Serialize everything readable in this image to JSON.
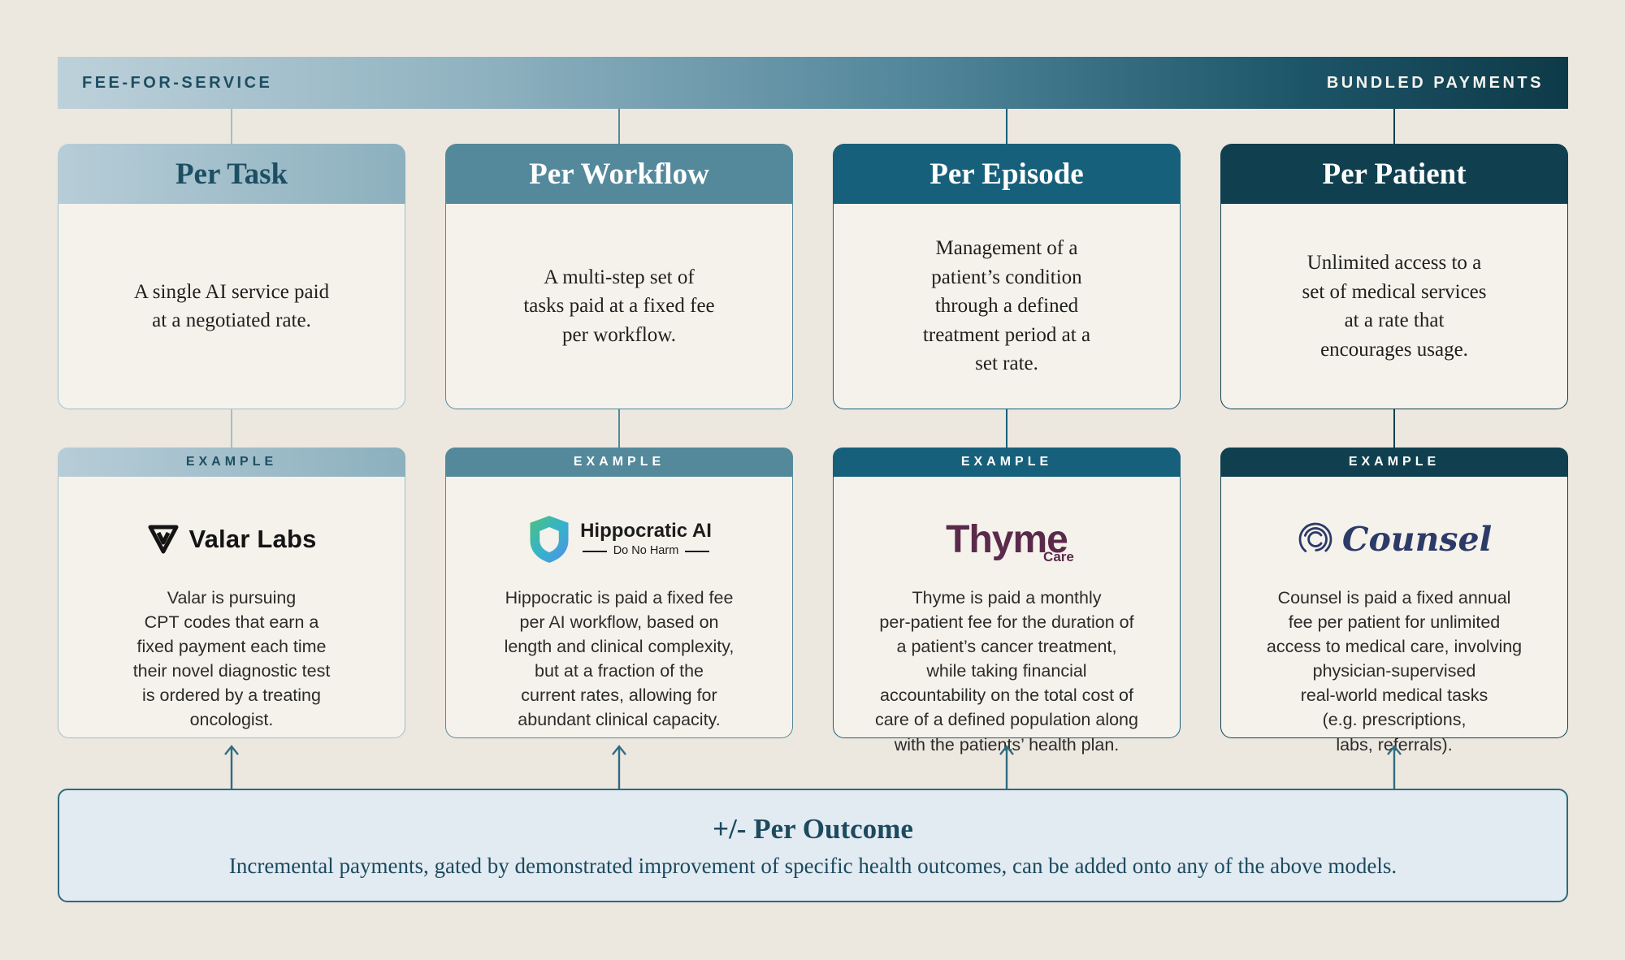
{
  "theme": {
    "background": "#ece7df",
    "card_background": "#f5f2ec",
    "spectrum_gradient_start": "#bdd1da",
    "spectrum_gradient_end": "#0e3a48",
    "arrow_color": "#2f6d80",
    "outcome_background": "#e2ebf2",
    "outcome_border": "#2c6a7e",
    "outcome_text_color": "#1c4a5e"
  },
  "spectrum_bar": {
    "left_label": "FEE-FOR-SERVICE",
    "right_label": "BUNDLED PAYMENTS"
  },
  "columns": [
    {
      "title": "Per Task",
      "accent": "#9fc0cc",
      "header_gradient": [
        "#b7cdd7",
        "#8cb0be"
      ],
      "header_text_color": "#1d4f63",
      "example_label": "EXAMPLE",
      "description": "A single AI service paid\nat a negotiated rate.",
      "logo": {
        "name": "valar-labs-logo",
        "text": "Valar Labs",
        "color": "#141414"
      },
      "example_text": "Valar is pursuing\nCPT codes that earn a\nfixed payment each time\ntheir novel diagnostic test\nis ordered by a treating\noncologist."
    },
    {
      "title": "Per Workflow",
      "accent": "#54899c",
      "header_text_color": "#ffffff",
      "example_label": "EXAMPLE",
      "description": "A multi-step set of\ntasks paid at a fixed fee\nper workflow.",
      "logo": {
        "name": "hippocratic-ai-logo",
        "text": "Hippocratic AI",
        "tagline": "Do No Harm",
        "shield_gradient": [
          "#4fc07a",
          "#35b4c9",
          "#4f8fe8"
        ]
      },
      "example_text": "Hippocratic is paid a fixed fee\nper AI workflow, based on\nlength and clinical complexity,\nbut at a fraction of the\ncurrent rates, allowing for\nabundant clinical capacity."
    },
    {
      "title": "Per Episode",
      "accent": "#17607b",
      "header_text_color": "#ffffff",
      "example_label": "EXAMPLE",
      "description": "Management of a\npatient’s condition\nthrough a defined\ntreatment period at a\nset rate.",
      "logo": {
        "name": "thyme-care-logo",
        "text": "Thyme",
        "subtext": "Care",
        "color": "#5b2a4b"
      },
      "example_text": "Thyme is paid a monthly\nper-patient fee for the duration of\na patient’s cancer treatment,\nwhile taking financial\naccountability on the total cost of\ncare of a defined population along\nwith the patients’ health plan."
    },
    {
      "title": "Per Patient",
      "accent": "#10404f",
      "header_text_color": "#ffffff",
      "example_label": "EXAMPLE",
      "description": "Unlimited access to a\nset of medical services\nat a rate that\nencourages usage.",
      "logo": {
        "name": "counsel-logo",
        "text": "Counsel",
        "color": "#2c3a68"
      },
      "example_text": "Counsel is paid a fixed annual\nfee per patient for unlimited\naccess to medical care, involving\nphysician-supervised\nreal-world medical tasks\n(e.g. prescriptions,\nlabs, referrals)."
    }
  ],
  "outcome": {
    "title": "+/-  Per Outcome",
    "description": "Incremental payments, gated by demonstrated improvement of specific health outcomes,  can be added onto any of the above models."
  }
}
